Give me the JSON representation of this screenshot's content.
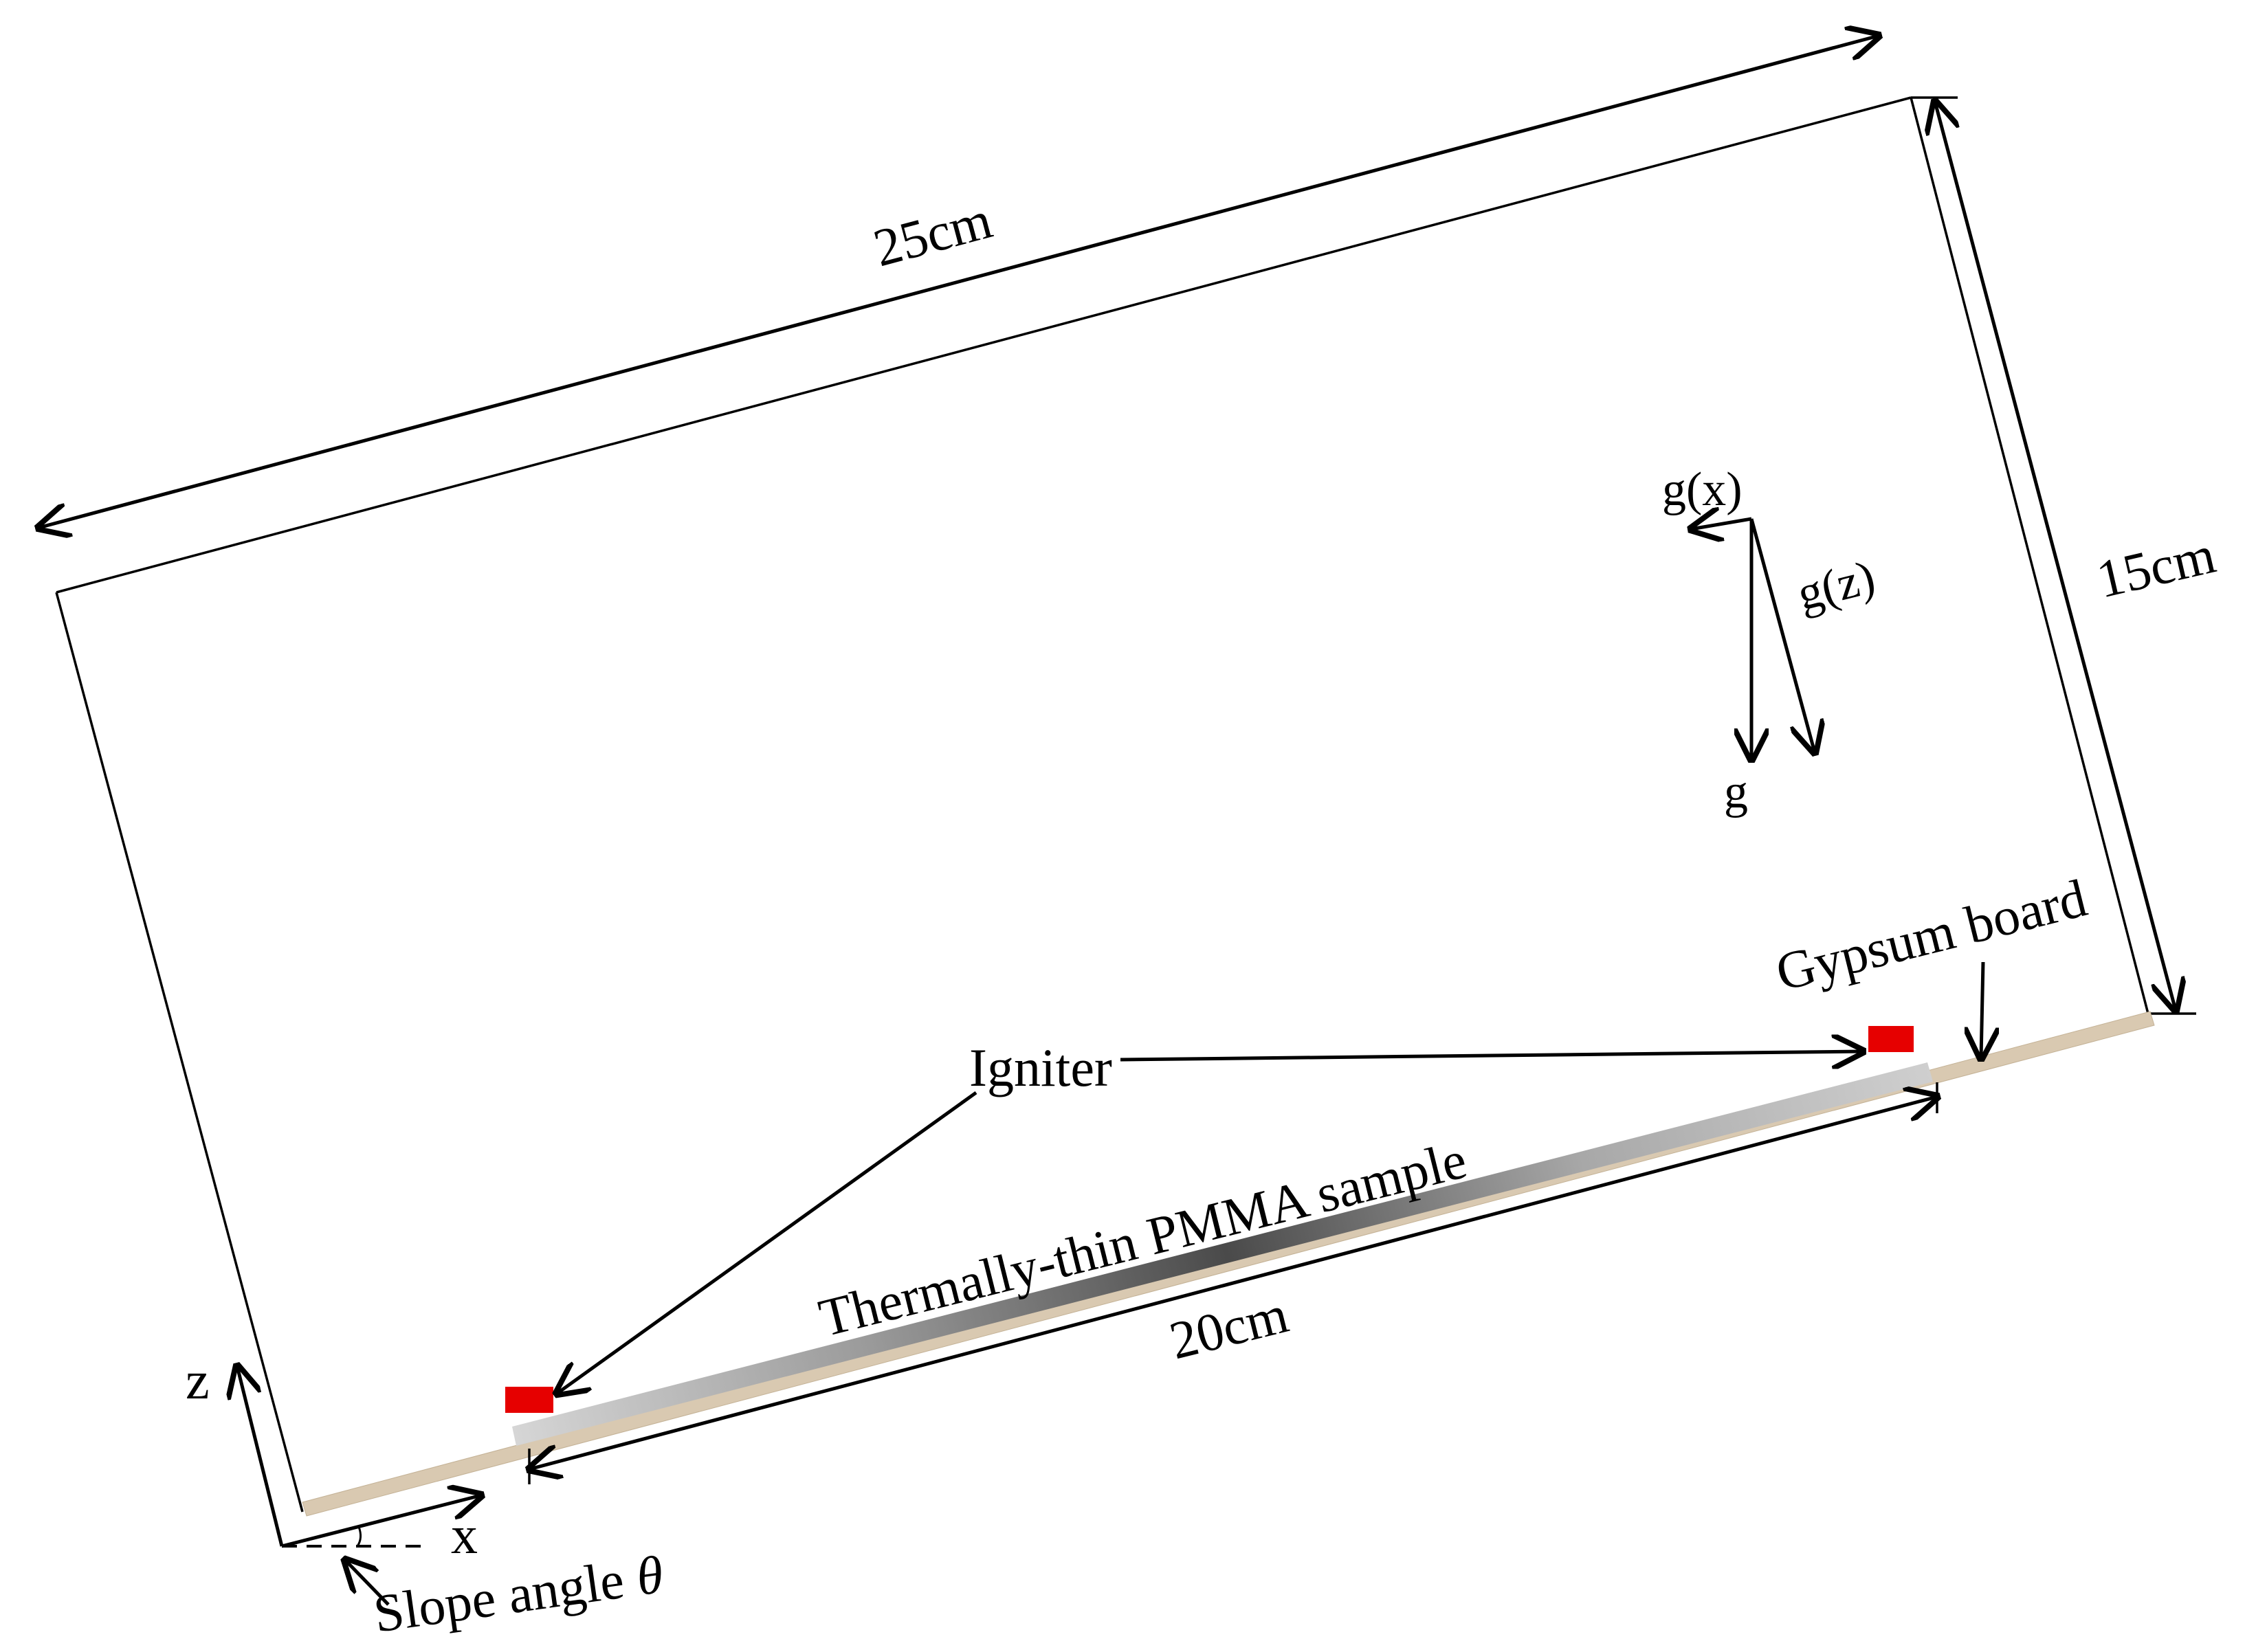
{
  "labels": {
    "width_dim": "25cm",
    "height_dim": "15cm",
    "sample_length_dim": "20cm",
    "igniter": "Igniter",
    "gypsum_board": "Gypsum board",
    "sample": "Thermally-thin PMMA sample",
    "slope_angle": "Slope angle ",
    "theta": "θ",
    "axis_x": "x",
    "axis_z": "z",
    "gravity": "g",
    "gravity_x": "g(x)",
    "gravity_z": "g(z)"
  },
  "colors": {
    "igniter": "#e60000",
    "gypsum": "#d9c9b1",
    "sample_light": "#d6d6d6",
    "sample_dark": "#4a4a4a",
    "lines": "#000000"
  }
}
